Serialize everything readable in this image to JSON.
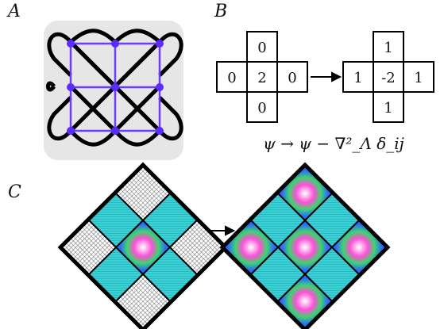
{
  "panels": {
    "a": {
      "label": "A"
    },
    "b": {
      "label": "B",
      "left_stencil": {
        "top": "0",
        "left": "0",
        "center": "2",
        "right": "0",
        "bottom": "0"
      },
      "right_stencil": {
        "top": "1",
        "left": "1",
        "center": "-2",
        "right": "1",
        "bottom": "1"
      },
      "equation": "ψ → ψ − ∇²_Λ δ_ij"
    },
    "c": {
      "label": "C"
    }
  },
  "colors": {
    "graph_edges": "#6a3cff",
    "graph_nodes": "#5b2bff",
    "tile_bg": "#e6e6e6",
    "cyan": "#38d1d6",
    "grey_hatch": "#8a8a8a"
  }
}
